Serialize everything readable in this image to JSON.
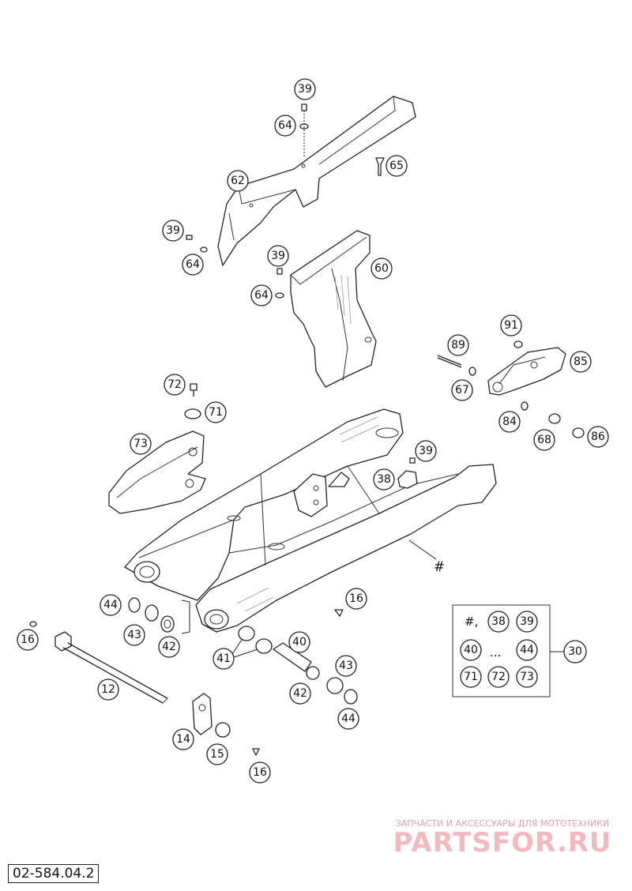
{
  "callouts": {
    "chain_guard_top": "62",
    "bolt_top": "39",
    "washer_top": "64",
    "cap_65": "65",
    "bolt_left": "39",
    "washer_left": "64",
    "bolt_mid": "39",
    "washer_mid": "64",
    "chain_guard_lower": "60",
    "bolt_89": "89",
    "bolt_91": "91",
    "bracket_85": "85",
    "washer_67": "67",
    "washer_84": "84",
    "nut_68": "68",
    "cap_86": "86",
    "screw_72": "72",
    "cap_71": "71",
    "slider_73": "73",
    "bolt_swingarm": "39",
    "clip_38": "38",
    "swingarm_hash": "#",
    "cap_16_right": "16",
    "bearing_44_left": "44",
    "seal_43_left": "43",
    "ring_42_left": "42",
    "nut_16_left": "16",
    "axle_12": "12",
    "bearing_41": "41",
    "sleeve_40": "40",
    "seal_43_right": "43",
    "ring_42_right": "42",
    "bearing_44_right": "44",
    "plate_14": "14",
    "nut_15": "15",
    "cap_16_bottom": "16"
  },
  "kit": {
    "hash_sep": "#,",
    "c38": "38",
    "c39": "39",
    "c40": "40",
    "dots": "...",
    "c44": "44",
    "c71": "71",
    "c72": "72",
    "c73": "73",
    "kit_number": "30"
  },
  "watermark": {
    "tagline": "ЗАПЧАСТИ И АКСЕССУАРЫ ДЛЯ МОТОТЕХНИКИ",
    "logo": "PARTSFOR.RU"
  },
  "document_id": "02-584.04.2"
}
